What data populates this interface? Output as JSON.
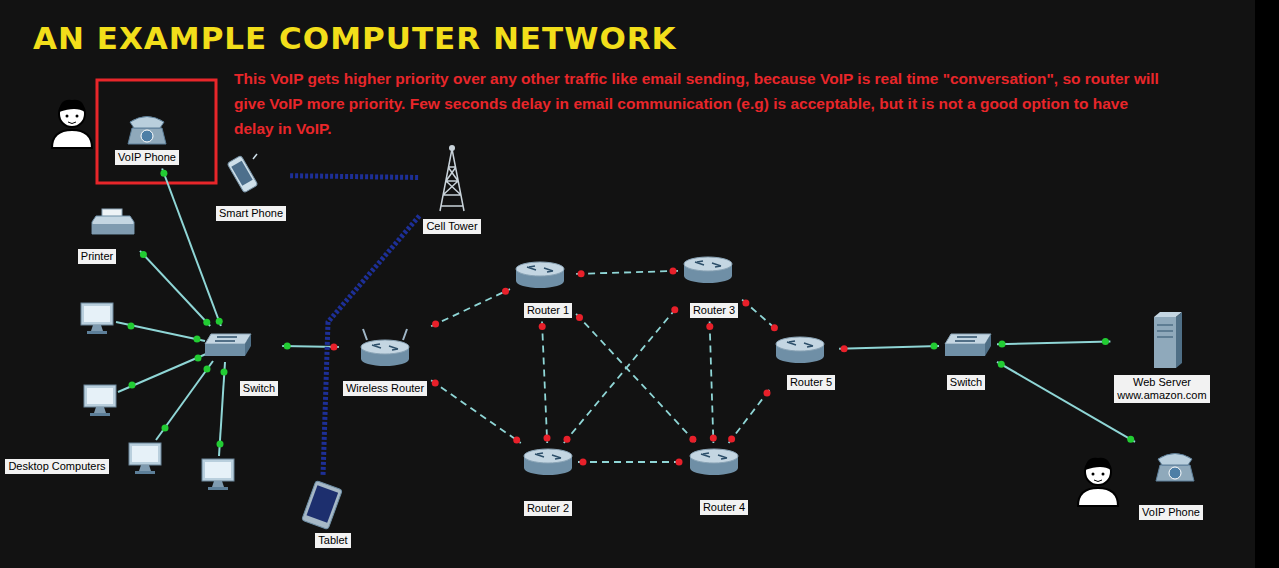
{
  "diagram": {
    "title": "AN EXAMPLE COMPUTER NETWORK",
    "nodes": [
      {
        "text": [
          "VoIP Phone"
        ]
      },
      {
        "text": [
          "Smart Phone"
        ]
      },
      {
        "text": [
          "Cell Tower"
        ]
      },
      {
        "text": [
          "Printer"
        ]
      },
      {
        "text": [
          "Router 1"
        ]
      },
      {
        "text": [
          "Router 3"
        ]
      },
      {
        "text": [
          "Switch"
        ]
      },
      {
        "text": [
          "Wireless Router"
        ]
      },
      {
        "text": [
          "Router 5"
        ]
      },
      {
        "text": [
          "Switch"
        ]
      },
      {
        "text": [
          "Web Server",
          "www.amazon.com"
        ]
      },
      {
        "text": [
          "Desktop Computers"
        ]
      },
      {
        "text": [
          "Router 2"
        ]
      },
      {
        "text": [
          "Router 4"
        ]
      },
      {
        "text": [
          "VoIP Phone"
        ]
      },
      {
        "text": [
          "Tablet"
        ]
      }
    ],
    "edges": [
      {
        "from": 0,
        "to": 6,
        "arrow": "none"
      },
      {
        "from": 3,
        "to": 6,
        "arrow": "none"
      },
      {
        "from": 6,
        "to": 7,
        "arrow": "none"
      },
      {
        "from": 1,
        "to": 2,
        "arrow": "none"
      },
      {
        "from": 2,
        "to": 15,
        "arrow": "none"
      },
      {
        "from": 7,
        "to": 4,
        "arrow": "none"
      },
      {
        "from": 7,
        "to": 12,
        "arrow": "none"
      },
      {
        "from": 4,
        "to": 5,
        "arrow": "none"
      },
      {
        "from": 4,
        "to": 12,
        "arrow": "none"
      },
      {
        "from": 4,
        "to": 13,
        "arrow": "none"
      },
      {
        "from": 12,
        "to": 5,
        "arrow": "none"
      },
      {
        "from": 12,
        "to": 13,
        "arrow": "none"
      },
      {
        "from": 5,
        "to": 13,
        "arrow": "none"
      },
      {
        "from": 5,
        "to": 8,
        "arrow": "none"
      },
      {
        "from": 13,
        "to": 8,
        "arrow": "none"
      },
      {
        "from": 8,
        "to": 9,
        "arrow": "none"
      },
      {
        "from": 9,
        "to": 10,
        "arrow": "none"
      },
      {
        "from": 9,
        "to": 14,
        "arrow": "none"
      }
    ],
    "labels": [
      "This VoIP gets higher priority over any other traffic like email sending, because VoIP is real time \"conversation\", so router will give VoIP more priority. Few seconds delay in email communication (e.g) is acceptable, but it is not a good option to have delay in VoIP."
    ]
  }
}
